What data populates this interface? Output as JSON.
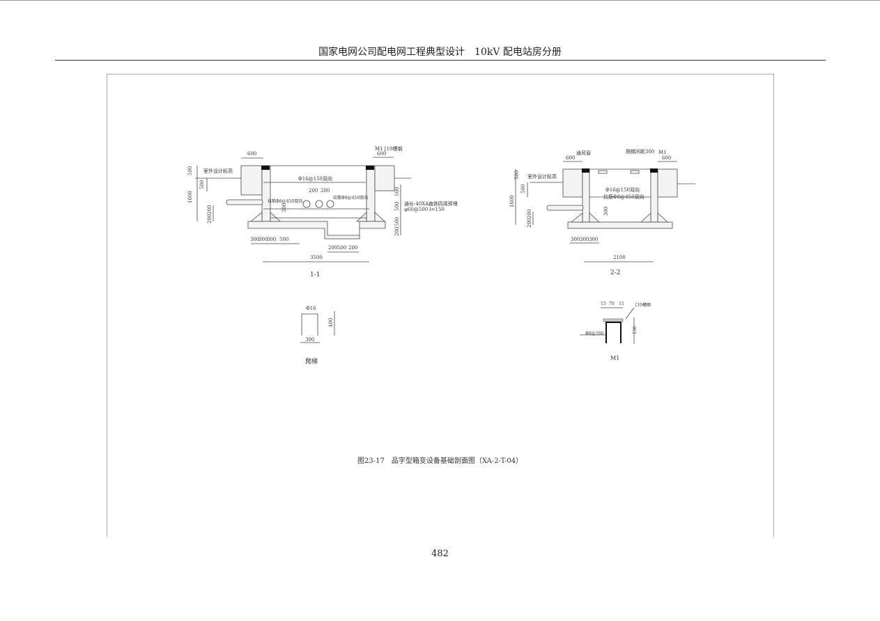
{
  "header": {
    "title": "国家电网公司配电网工程典型设计　10kV 配电站房分册"
  },
  "section_1_1": {
    "title": "1-1",
    "dims_top_left": "600",
    "dims_top_right": "600",
    "m1_label": "M1 [10槽钢",
    "outdoor_level": "室外设计标高",
    "rebar_main": "Φ16@150双向",
    "rebar_tie_left": "拉筋Φ8@450双向",
    "rebar_tie_right": "拉筋Φ8@450双向",
    "spacing_a": "200",
    "spacing_b": "200",
    "flat_iron": "通长-40X4扁铁四周预埋",
    "flat_iron_2": "φ60@500  l=150",
    "dim_300": "300",
    "left_dims": [
      "500",
      "500",
      "1600",
      "200",
      "200"
    ],
    "right_dims": [
      "500",
      "500",
      "500",
      "200"
    ],
    "bottom_dims": [
      "300",
      "300",
      "300",
      "500"
    ],
    "pit_dims": [
      "200",
      "500",
      "200"
    ],
    "total": "3500"
  },
  "section_2_2": {
    "title": "2-2",
    "vent": "通风窗",
    "ladder": "爬梯间距300",
    "m1": "M1",
    "dims_top_left": "600",
    "dims_top_right": "600",
    "outdoor_level": "室外设计标高",
    "rebar_main": "Φ16@150双向",
    "rebar_tie": "拉筋Φ8@450双向",
    "dim_300": "300",
    "left_dims": [
      "500",
      "500",
      "1600",
      "200",
      "200"
    ],
    "bottom_dims": [
      "300",
      "300",
      "300"
    ],
    "total": "2100"
  },
  "ladder_detail": {
    "title": "爬梯",
    "dia": "Φ16",
    "height": "400",
    "width": "300"
  },
  "m1_detail": {
    "title": "M1",
    "d1": "15",
    "d2": "70",
    "d3": "15",
    "channel": "[10槽钢",
    "rebar": "Φ8@200",
    "height": "150"
  },
  "caption": "图23-17　品字型箱变设备基础剖面图（XA-2-T-04）",
  "page_number": "482"
}
